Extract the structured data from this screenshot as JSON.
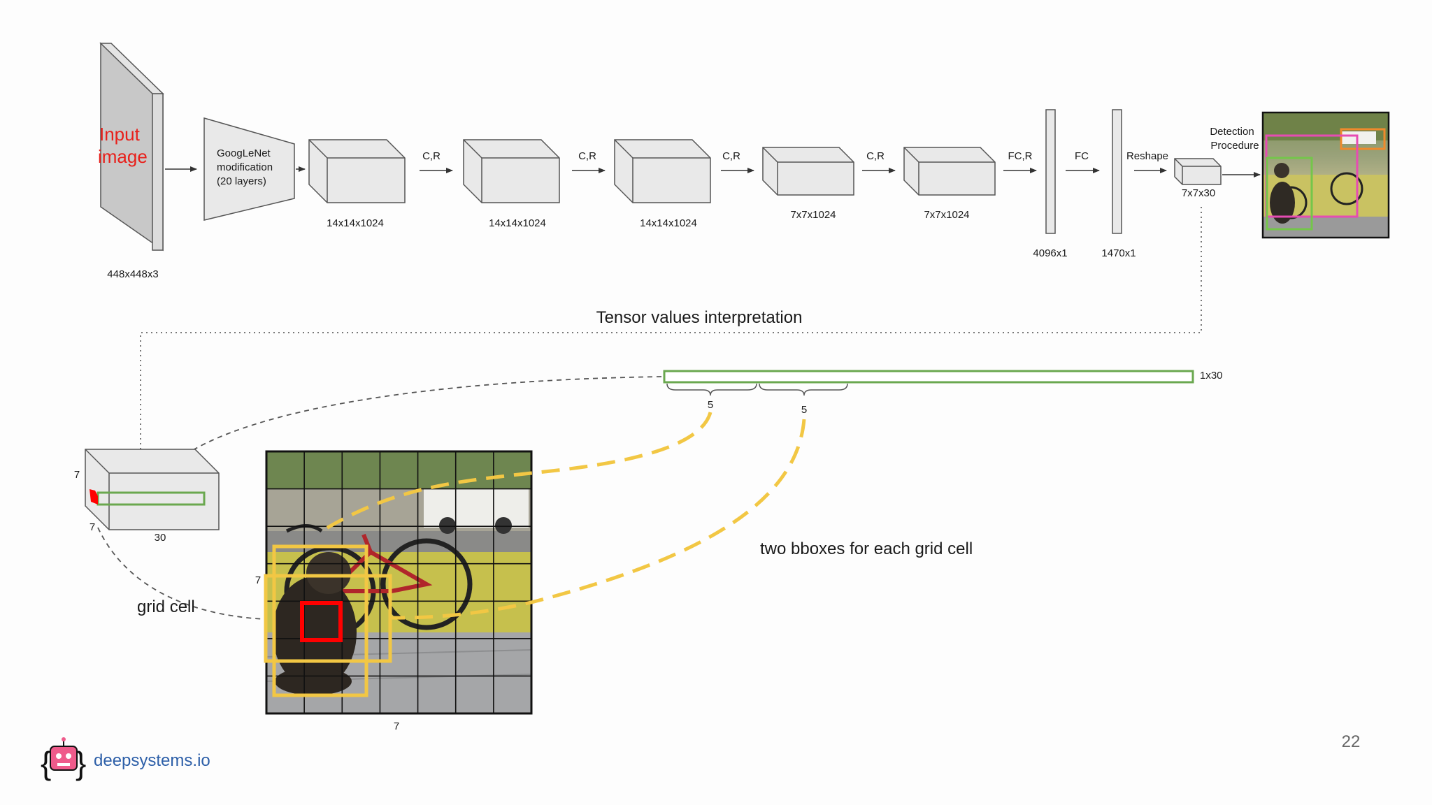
{
  "network": {
    "input_label": "Input image",
    "input_dims": "448x448x3",
    "googlenet_lines": [
      "GoogLeNet",
      "modification",
      "(20 layers)"
    ],
    "conv_blocks": [
      {
        "dims": "14x14x1024",
        "op": "C,R"
      },
      {
        "dims": "14x14x1024",
        "op": "C,R"
      },
      {
        "dims": "14x14x1024",
        "op": "C,R"
      },
      {
        "dims": "7x7x1024",
        "op": "C,R"
      },
      {
        "dims": "7x7x1024",
        "op": "FC,R"
      }
    ],
    "fc1_dims": "4096x1",
    "fc1_op": "FC",
    "fc2_dims": "1470x1",
    "fc2_op": "Reshape",
    "output_dims": "7x7x30",
    "detection_lines": [
      "Detection",
      "Procedure"
    ]
  },
  "interpretation": {
    "title": "Tensor values interpretation",
    "vector_dims": "1x30",
    "brace_a": "5",
    "brace_b": "5",
    "tensor_side_a": "7",
    "tensor_side_b": "7",
    "tensor_depth": "30",
    "grid_cell_label": "grid cell",
    "bbox_caption": "two bboxes for each grid cell",
    "grid_side_label": "7",
    "grid_bottom_label": "7"
  },
  "colors": {
    "input_text": "#e8201b",
    "vector_border": "#6aa84f",
    "bbox_yellow": "#f2c744",
    "grid_cell_red": "#ff0000",
    "box_fill": "#e9e9e9",
    "logo_pink": "#ef5b8b",
    "logo_text": "#2d5fa8"
  },
  "footer": {
    "brand": "deepsystems.io",
    "page_number": "22"
  }
}
